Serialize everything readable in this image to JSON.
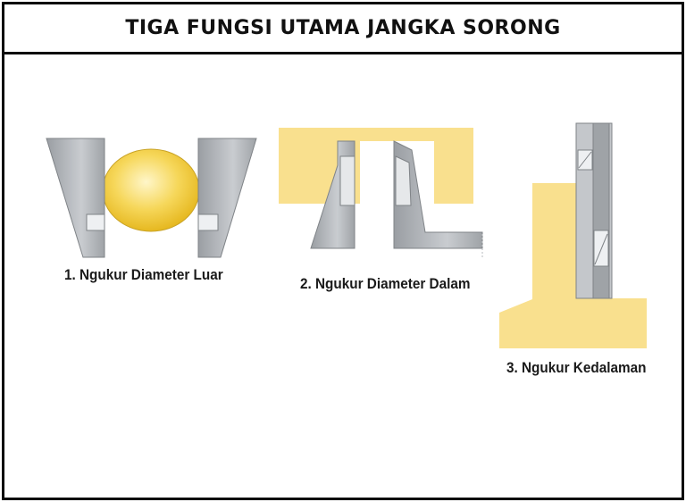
{
  "header": {
    "title": "TIGA FUNGSI UTAMA JANGKA SORONG"
  },
  "panels": [
    {
      "caption": "1. Ngukur Diameter Luar"
    },
    {
      "caption": "2. Ngukur Diameter Dalam"
    },
    {
      "caption": "3. Ngukur Kedalaman"
    }
  ],
  "colors": {
    "workpiece": "#f9e08e",
    "ball": "#f3cc3a",
    "caliper_jaw": "#a9adb1",
    "caliper_jaw_light": "#d2d6d9",
    "outline": "#111111"
  }
}
